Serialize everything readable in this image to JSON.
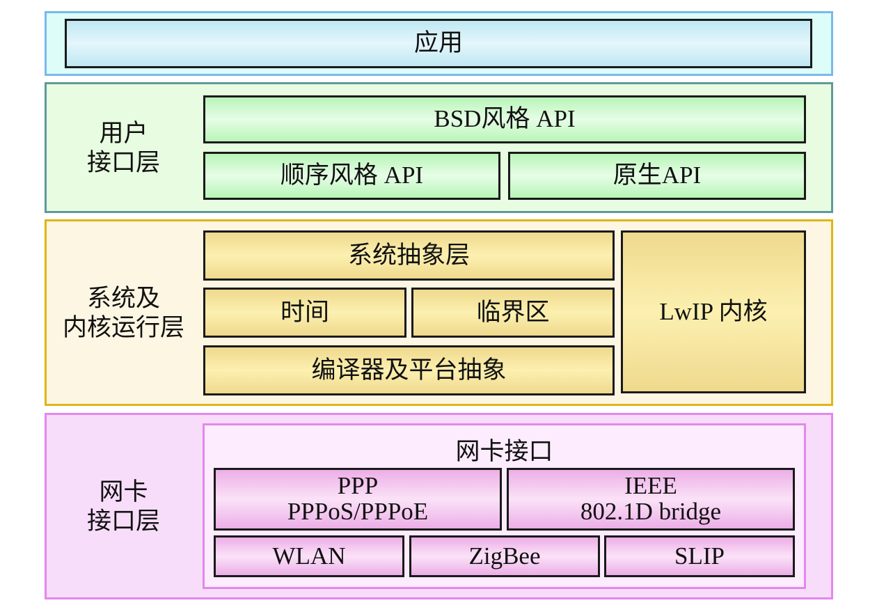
{
  "title": "LwIP 体系结构",
  "colors": {
    "app_layer": "#dcfdf8",
    "user_layer": "#e7fce0",
    "sys_layer": "#fdf6e3",
    "nic_layer": "#f8ddfb"
  },
  "layers": {
    "app": {
      "box": "应用"
    },
    "user": {
      "label": "用户\n接口层",
      "bsd_api": "BSD风格 API",
      "seq_api": "顺序风格 API",
      "raw_api": "原生API"
    },
    "sys": {
      "label": "系统及\n内核运行层",
      "sys_abstraction": "系统抽象层",
      "time": "时间",
      "critical_section": "临界区",
      "compiler_platform": "编译器及平台抽象",
      "lwip_core": "LwIP 内核"
    },
    "nic": {
      "label": "网卡\n接口层",
      "group_title": "网卡接口",
      "ppp": "PPP\nPPPoS/PPPoE",
      "ieee": "IEEE\n802.1D bridge",
      "wlan": "WLAN",
      "zigbee": "ZigBee",
      "slip": "SLIP"
    }
  }
}
